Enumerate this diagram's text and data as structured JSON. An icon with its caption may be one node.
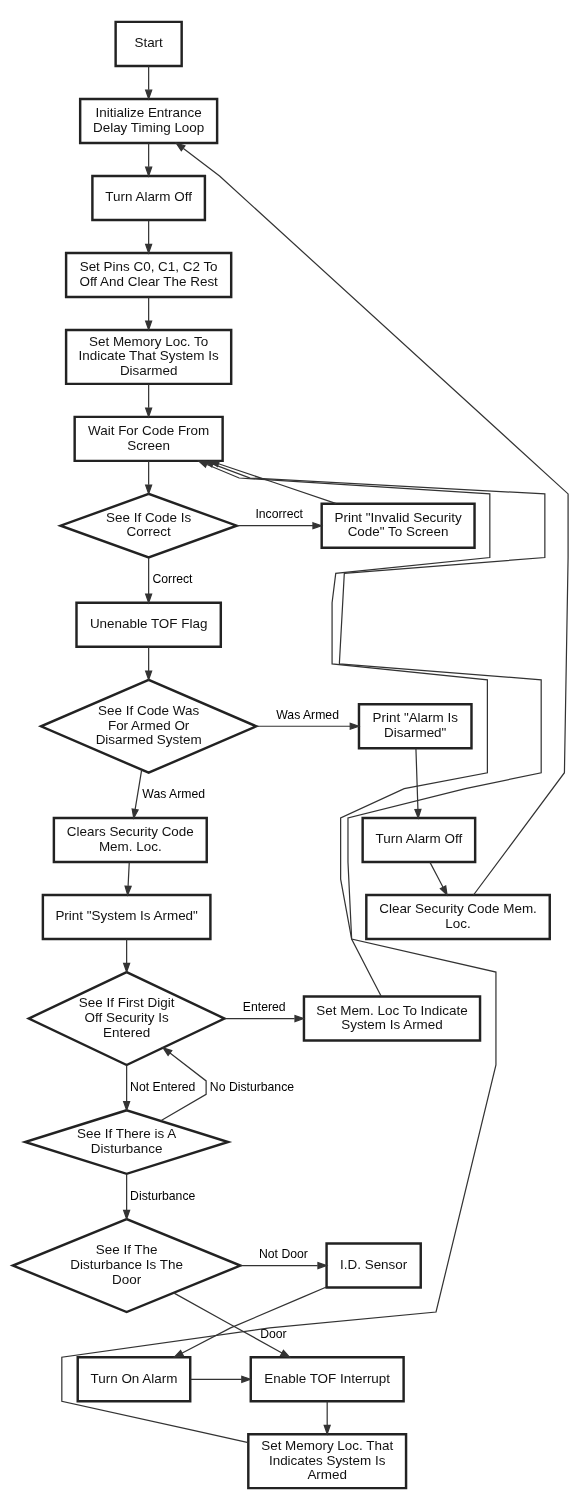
{
  "diagram": {
    "nodes": [
      {
        "text": [
          "Start"
        ]
      },
      {
        "text": [
          "Initialize Entrance Delay Timing Loop"
        ]
      },
      {
        "text": [
          "Turn Alarm Off"
        ]
      },
      {
        "text": [
          "Set Pins C0, C1, C2 To Off And Clear The Rest"
        ]
      },
      {
        "text": [
          "Set Memory Loc. To Indicate That System Is Disarmed"
        ]
      },
      {
        "text": [
          "Wait For Code From Screen"
        ]
      },
      {
        "text": [
          "See If Code Is Correct"
        ]
      },
      {
        "text": [
          "Print \"Invalid Security Code\" To Screen"
        ]
      },
      {
        "text": [
          "Unenable TOF Flag"
        ]
      },
      {
        "text": [
          "See If Code Was For Armed Or Disarmed System"
        ]
      },
      {
        "text": [
          "Print \"Alarm Is Disarmed\""
        ]
      },
      {
        "text": [
          "Clears Security Code Mem. Loc."
        ]
      },
      {
        "text": [
          "Turn Alarm Off"
        ]
      },
      {
        "text": [
          "Print \"System Is Armed\""
        ]
      },
      {
        "text": [
          "Clear Security Code Mem. Loc."
        ]
      },
      {
        "text": [
          "Set Mem. Loc To Indicate System Is Armed"
        ]
      },
      {
        "text": [
          "See If First Digit Off Security Is Entered"
        ]
      },
      {
        "text": [
          "See If There is A Disturbance"
        ]
      },
      {
        "text": [
          "See If The Disturbance Is The Door"
        ]
      },
      {
        "text": [
          "I.D. Sensor"
        ]
      },
      {
        "text": [
          "Enable TOF Interrupt"
        ]
      },
      {
        "text": [
          "Turn On Alarm"
        ]
      },
      {
        "text": [
          "Set Memory Loc. That Indicates System Is Armed"
        ]
      }
    ],
    "edges": [
      {
        "from": 0,
        "to": 1,
        "arrow": "to"
      },
      {
        "from": 1,
        "to": 2,
        "arrow": "to"
      },
      {
        "from": 2,
        "to": 3,
        "arrow": "to"
      },
      {
        "from": 3,
        "to": 4,
        "arrow": "to"
      },
      {
        "from": 4,
        "to": 5,
        "arrow": "to"
      },
      {
        "from": 5,
        "to": 6,
        "arrow": "to"
      },
      {
        "from": 6,
        "to": 7,
        "arrow": "to",
        "label": "Incorrect"
      },
      {
        "from": 7,
        "to": 5,
        "arrow": "to"
      },
      {
        "from": 6,
        "to": 8,
        "arrow": "to",
        "label": "Correct"
      },
      {
        "from": 8,
        "to": 9,
        "arrow": "to"
      },
      {
        "from": 9,
        "to": 10,
        "arrow": "to",
        "label": "Was Armed"
      },
      {
        "from": 9,
        "to": 11,
        "arrow": "to",
        "label": "Was Armed"
      },
      {
        "from": 10,
        "to": 12,
        "arrow": "to"
      },
      {
        "from": 12,
        "to": 14,
        "arrow": "to"
      },
      {
        "from": 14,
        "to": 1,
        "arrow": "to"
      },
      {
        "from": 11,
        "to": 13,
        "arrow": "to"
      },
      {
        "from": 13,
        "to": 16,
        "arrow": "to"
      },
      {
        "from": 16,
        "to": 15,
        "arrow": "to",
        "label": "Entered"
      },
      {
        "from": 15,
        "to": 5,
        "arrow": "to"
      },
      {
        "from": 16,
        "to": 17,
        "arrow": "to",
        "label": "Not Entered"
      },
      {
        "from": 17,
        "to": 16,
        "arrow": "to",
        "label": "No Disturbance"
      },
      {
        "from": 17,
        "to": 18,
        "arrow": "to",
        "label": "Disturbance"
      },
      {
        "from": 18,
        "to": 19,
        "arrow": "to",
        "label": "Not Door"
      },
      {
        "from": 18,
        "to": 20,
        "arrow": "to",
        "label": "Door"
      },
      {
        "from": 19,
        "to": 21,
        "arrow": "to"
      },
      {
        "from": 21,
        "to": 20,
        "arrow": "to"
      },
      {
        "from": 20,
        "to": 22,
        "arrow": "to"
      },
      {
        "from": 22,
        "to": 5,
        "arrow": "to"
      }
    ]
  }
}
